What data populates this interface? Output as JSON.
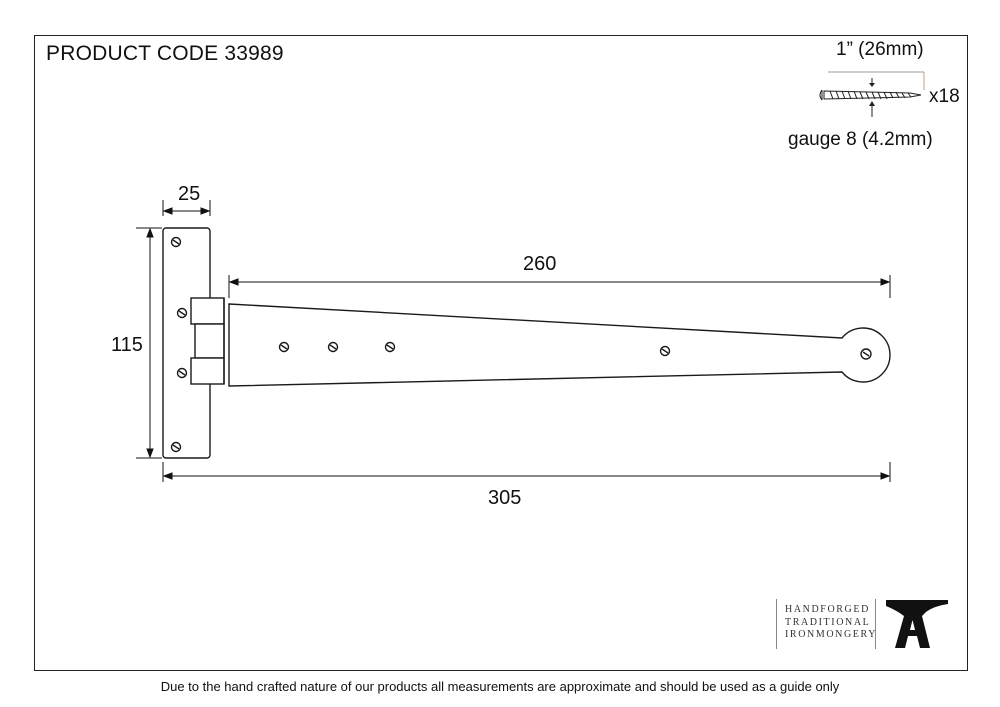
{
  "header": {
    "product_code": "PRODUCT CODE 33989"
  },
  "screw": {
    "length": "1” (26mm)",
    "quantity": "x18",
    "gauge": "gauge 8 (4.2mm)"
  },
  "dimensions": {
    "plate_width": "25",
    "plate_height": "115",
    "strap_length": "260",
    "overall_length": "305"
  },
  "brand": {
    "line1": "HANDFORGED",
    "line2": "TRADITIONAL",
    "line3": "IRONMONGERY"
  },
  "footer": {
    "disclaimer": "Due to the hand crafted nature of our products all measurements are approximate and should be used as a guide only"
  }
}
